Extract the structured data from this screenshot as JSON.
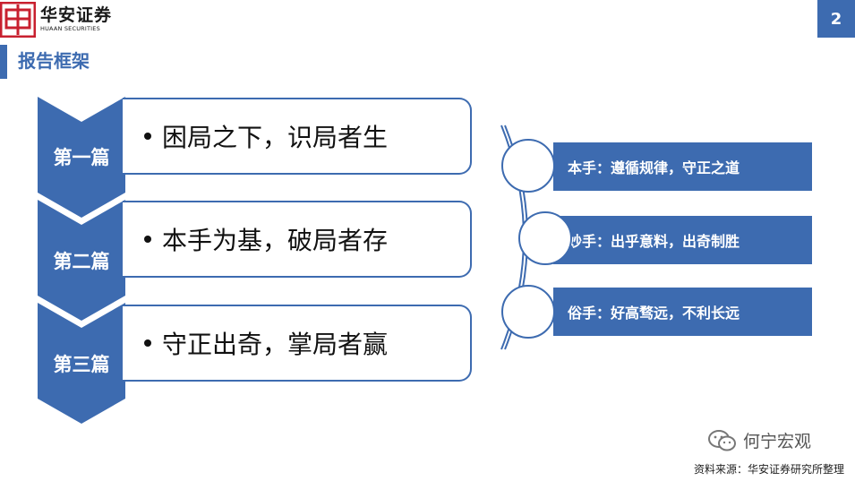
{
  "brand": {
    "name_cn": "华安证券",
    "name_en": "HUAAN SECURITIES",
    "accent_color": "#3d6bb0",
    "logo_color": "#c8202f"
  },
  "page_number": "2",
  "section_title": "报告框架",
  "chapters": [
    {
      "label": "第一篇",
      "text": "困局之下，识局者生"
    },
    {
      "label": "第二篇",
      "text": "本手为基，破局者存"
    },
    {
      "label": "第三篇",
      "text": "守正出奇，掌局者赢"
    }
  ],
  "moves": [
    {
      "text": "本手：遵循规律，守正之道"
    },
    {
      "text": "妙手：出乎意料，出奇制胜"
    },
    {
      "text": "俗手：好高骛远，不利长远"
    }
  ],
  "watermark": {
    "icon": "wechat-icon",
    "text": "何宁宏观"
  },
  "source": "资料来源：华安证券研究所整理"
}
